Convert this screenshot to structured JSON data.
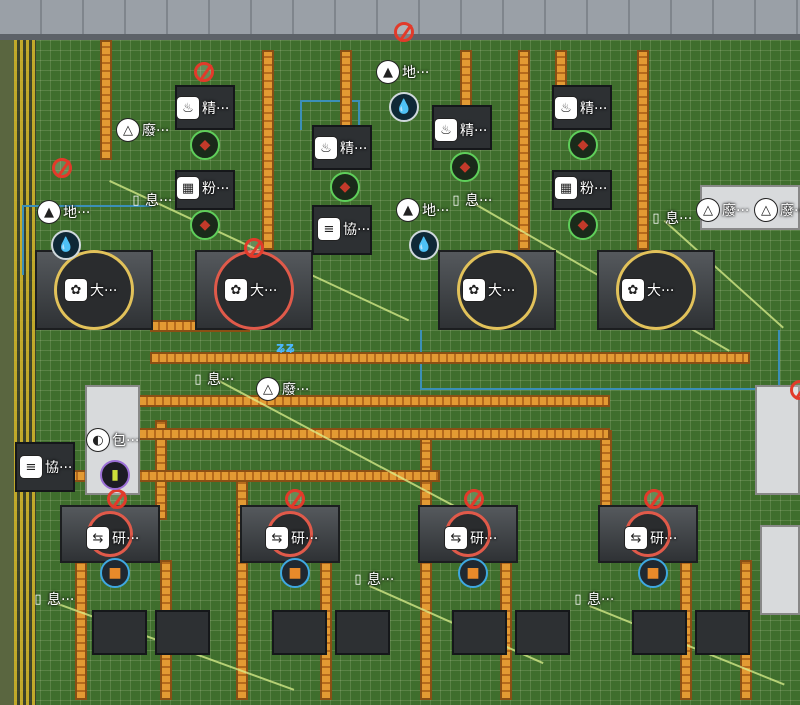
{
  "map": {
    "labels": {
      "ground": "地···",
      "waste": "廢···",
      "refine": "精···",
      "powder": "粉···",
      "rest": "息···",
      "protocol": "協···",
      "large": "大···",
      "research": "研···",
      "package": "包···"
    },
    "icons": {
      "ground": "mountain-icon",
      "waste": "recycle-triangle-icon",
      "refine": "furnace-icon",
      "powder": "mill-icon",
      "rest": "beacon-icon",
      "protocol": "document-icon",
      "large": "fan-icon",
      "research": "arrows-swap-icon",
      "package": "capsule-icon",
      "prohibited": "no-entry-icon"
    },
    "colors": {
      "grass": "#3f6e2d",
      "belt": "#d98c2a",
      "pipe": "#3b8fb8",
      "alert": "#e23a2a",
      "machine_ring": "#d9b13a"
    }
  }
}
